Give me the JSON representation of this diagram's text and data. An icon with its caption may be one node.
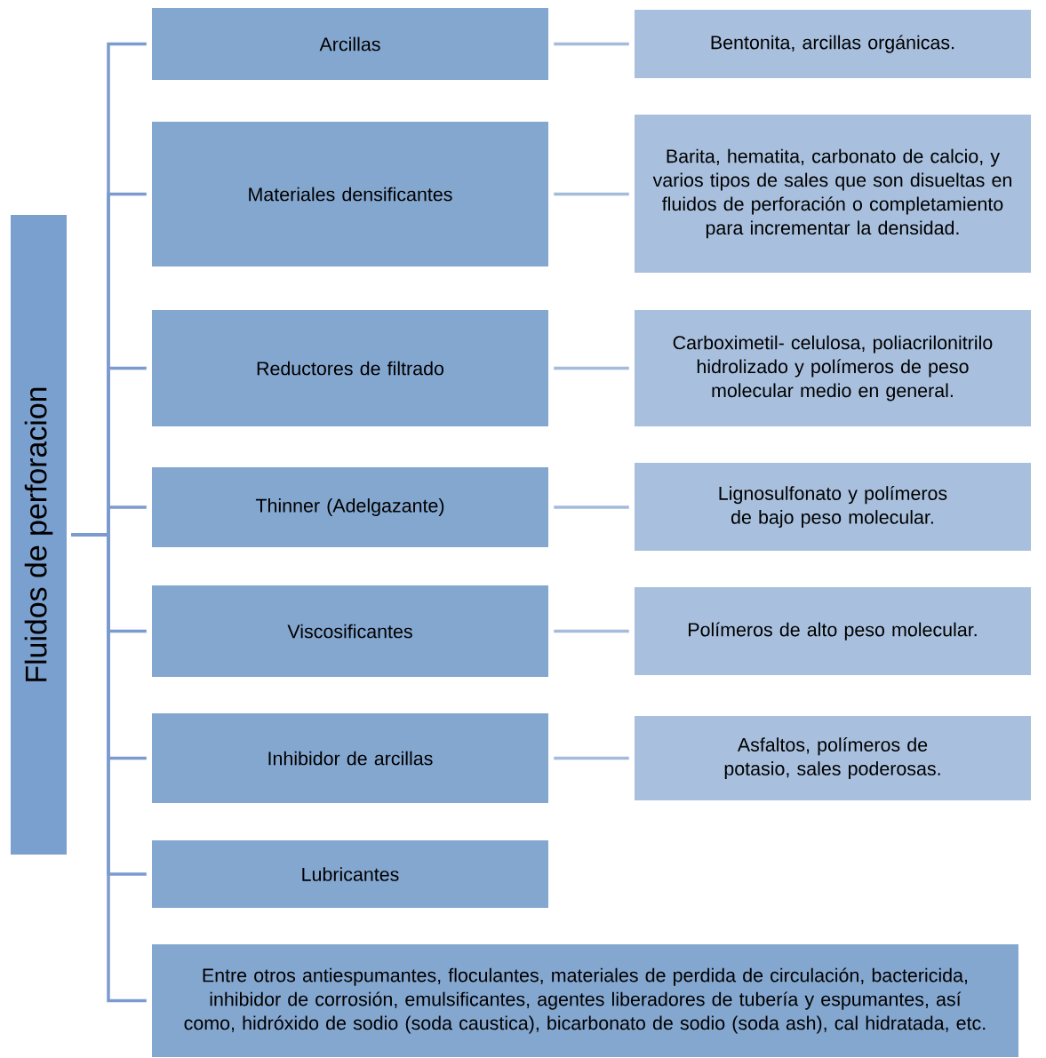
{
  "diagram": {
    "nodes": [
      {
        "text": [
          "Fluidos de perforacion"
        ]
      },
      {
        "text": [
          "Arcillas"
        ]
      },
      {
        "text": [
          "Bentonita, arcillas orgánicas."
        ]
      },
      {
        "text": [
          "Materiales densificantes"
        ]
      },
      {
        "text": [
          "Barita, hematita, carbonato de calcio, y varios tipos de sales que son disueltas en fluidos de perforación o completamiento para incrementar la densidad."
        ]
      },
      {
        "text": [
          "Reductores de filtrado"
        ]
      },
      {
        "text": [
          "Carboximetil- celulosa, poliacrilonitrilo hidrolizado y polímeros de peso molecular medio en general."
        ]
      },
      {
        "text": [
          "Thinner (Adelgazante)"
        ]
      },
      {
        "text": [
          "Lignosulfonato y polímeros de bajo peso molecular."
        ]
      },
      {
        "text": [
          "Viscosificantes"
        ]
      },
      {
        "text": [
          "Polímeros de alto peso molecular."
        ]
      },
      {
        "text": [
          "Inhibidor de arcillas"
        ]
      },
      {
        "text": [
          "Asfaltos, polímeros de potasio, sales poderosas."
        ]
      },
      {
        "text": [
          "Lubricantes"
        ]
      },
      {
        "text": [
          "Entre otros antiespumantes, floculantes, materiales de perdida de circulación, bactericida, inhibidor de corrosión, emulsificantes, agentes liberadores de tubería y espumantes, así como, hidróxido de sodio (soda caustica), bicarbonato de sodio (soda ash), cal hidratada, etc."
        ]
      }
    ],
    "edges": [
      {
        "from": 0,
        "to": 1,
        "arrow": "none"
      },
      {
        "from": 0,
        "to": 3,
        "arrow": "none"
      },
      {
        "from": 0,
        "to": 5,
        "arrow": "none"
      },
      {
        "from": 0,
        "to": 7,
        "arrow": "none"
      },
      {
        "from": 0,
        "to": 9,
        "arrow": "none"
      },
      {
        "from": 0,
        "to": 11,
        "arrow": "none"
      },
      {
        "from": 0,
        "to": 13,
        "arrow": "none"
      },
      {
        "from": 0,
        "to": 14,
        "arrow": "none"
      },
      {
        "from": 1,
        "to": 2,
        "arrow": "none",
        "color": "#a5bbdc"
      },
      {
        "from": 3,
        "to": 4,
        "arrow": "none",
        "color": "#a5bbdc"
      },
      {
        "from": 5,
        "to": 6,
        "arrow": "none",
        "color": "#a5bbdc"
      },
      {
        "from": 7,
        "to": 8,
        "arrow": "none",
        "color": "#a5bbdc"
      },
      {
        "from": 9,
        "to": 10,
        "arrow": "none",
        "color": "#a5bbdc"
      },
      {
        "from": 11,
        "to": 12,
        "arrow": "none",
        "color": "#a5bbdc"
      }
    ]
  }
}
